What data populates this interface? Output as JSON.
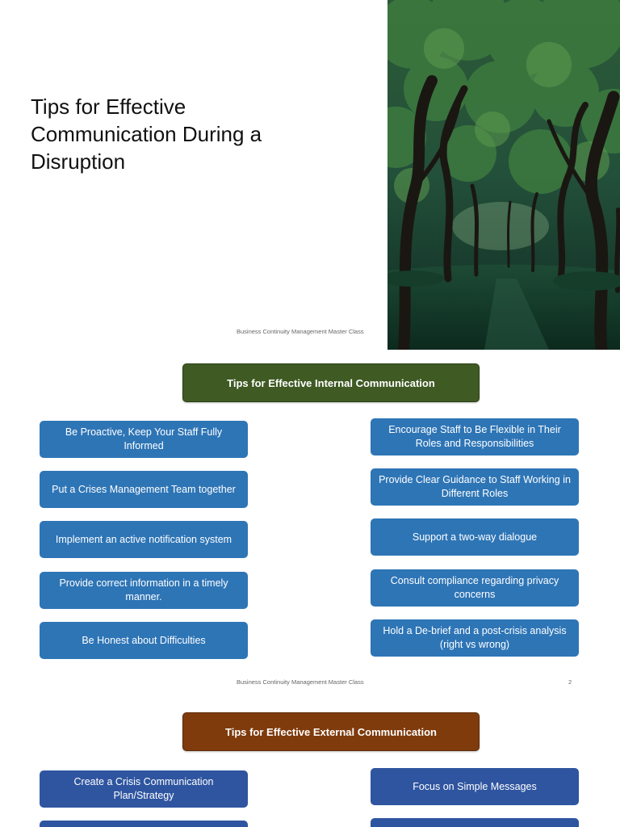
{
  "slide1": {
    "title": "Tips for Effective Communication During a Disruption",
    "footer": "Business Continuity Management Master Class",
    "image_icon": "forest-photo"
  },
  "slide2": {
    "header": "Tips for Effective Internal Communication",
    "header_color": "#3f5a23",
    "left_items": [
      "Be Proactive, Keep Your Staff Fully Informed",
      "Put a Crises Management Team together",
      "Implement an active notification system",
      "Provide correct information in a timely manner.",
      "Be Honest about Difficulties"
    ],
    "right_items": [
      "Encourage Staff to Be Flexible in Their Roles and Responsibilities",
      "Provide Clear Guidance to Staff Working in Different Roles",
      "Support a two-way dialogue",
      "Consult compliance regarding privacy concerns",
      "Hold a De-brief and a post-crisis analysis (right vs wrong)"
    ],
    "footer": "Business Continuity Management Master Class",
    "page_number": "2"
  },
  "slide3": {
    "header": "Tips for Effective External Communication",
    "header_color": "#7f3b0c",
    "left_items": [
      "Create a Crisis Communication Plan/Strategy",
      ""
    ],
    "right_items": [
      "Focus on Simple Messages",
      ""
    ]
  }
}
